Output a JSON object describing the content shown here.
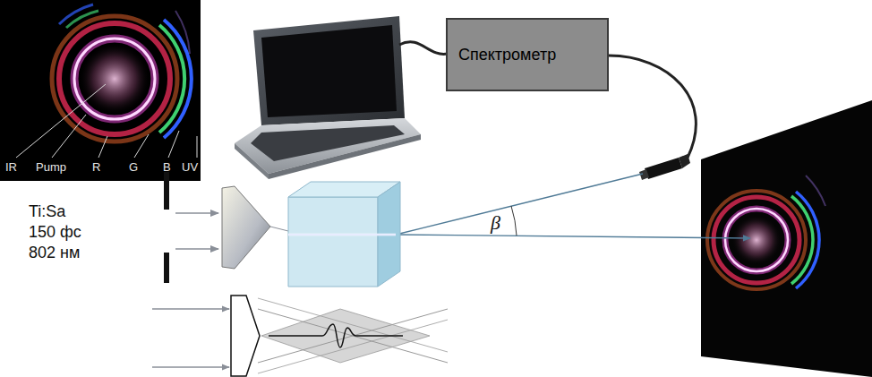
{
  "diagram": {
    "nodes": [
      {
        "text": [
          "Спектрометр"
        ]
      }
    ],
    "labels": [
      "IR",
      "Pump",
      "R",
      "G",
      "B",
      "UV",
      "Ti:Sa",
      "150 фс",
      "802 нм",
      "β"
    ]
  }
}
